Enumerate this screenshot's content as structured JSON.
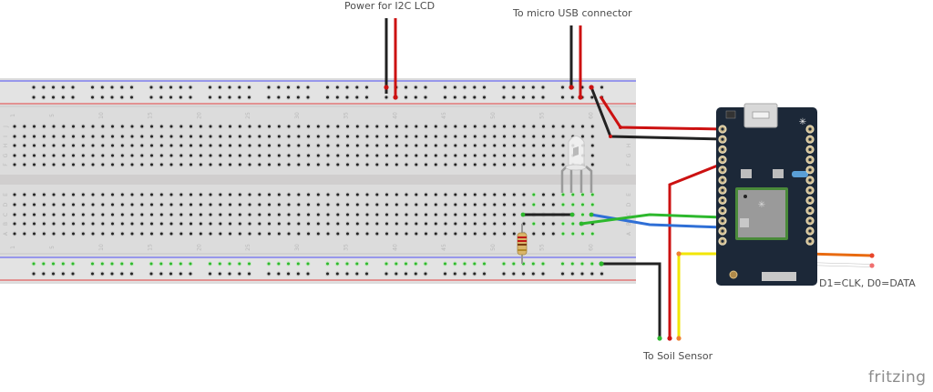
{
  "labels": {
    "power_lcd": "Power for I2C LCD",
    "usb": "To micro USB connector",
    "soil": "To Soil Sensor",
    "i2c_pins": "D1=CLK, D0=DATA"
  },
  "logo": "fritzing",
  "breadboard": {
    "columns": 60,
    "column_labels": [
      "1",
      "5",
      "10",
      "15",
      "20",
      "25",
      "30",
      "35",
      "40",
      "45",
      "50",
      "55",
      "60"
    ],
    "top_rows": [
      "J",
      "I",
      "H",
      "G",
      "F"
    ],
    "bottom_rows": [
      "E",
      "D",
      "C",
      "B",
      "A"
    ]
  },
  "components": {
    "led": "RGB LED (4-pin)",
    "resistor": "Resistor",
    "board": "Particle Photon"
  },
  "colors": {
    "board_bg": "#dcdcdc",
    "rail_blue": "#5b5bf0",
    "rail_red": "#e05555",
    "wire_red": "#cc1111",
    "wire_black": "#222222",
    "wire_green": "#2db82d",
    "wire_blue": "#2f6fd6",
    "wire_yellow": "#f2e600",
    "wire_orange": "#e86a10",
    "wire_white": "#ffffff",
    "pcb": "#1c2838"
  }
}
